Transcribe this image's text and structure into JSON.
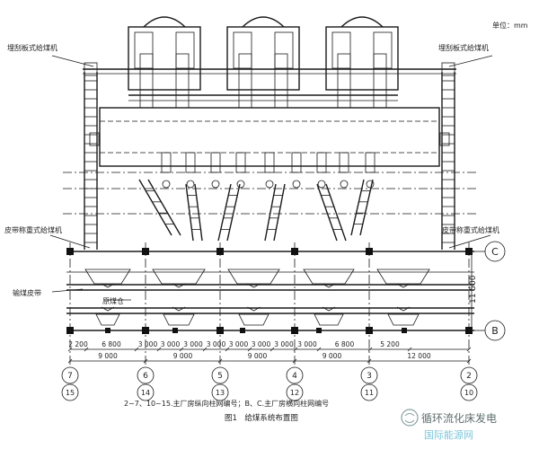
{
  "unit_label": "单位：mm",
  "feeder_labels": {
    "top_left": "埋刮板式给煤机",
    "top_right": "埋刮板式给煤机",
    "mid_left": "皮带称重式给煤机",
    "mid_right": "皮带称重式给煤机",
    "conveyor": "输煤皮带",
    "bunker": "原煤仓"
  },
  "axis_row_labels": {
    "upper": "C",
    "lower": "B"
  },
  "row_spacing": "11 500",
  "dims_top": [
    "2 200",
    "6 800",
    "3 000",
    "3 000",
    "3 000",
    "3 000",
    "3 000",
    "3 000",
    "3 000",
    "3 000",
    "6 800",
    "5 200"
  ],
  "dims_bottom": [
    "9 000",
    "9 000",
    "9 000",
    "9 000",
    "12 000"
  ],
  "col_labels_top": [
    "7",
    "6",
    "5",
    "4",
    "3",
    "2"
  ],
  "col_labels_bottom": [
    "15",
    "14",
    "13",
    "12",
    "11",
    "10"
  ],
  "note": "2~7、10~15.主厂房纵向柱网编号；B、C.主厂房横向柱网编号",
  "figure_title": "图1　给煤系统布置图",
  "watermark": {
    "line1": "循环流化床发电",
    "line2": "国际能源网"
  }
}
